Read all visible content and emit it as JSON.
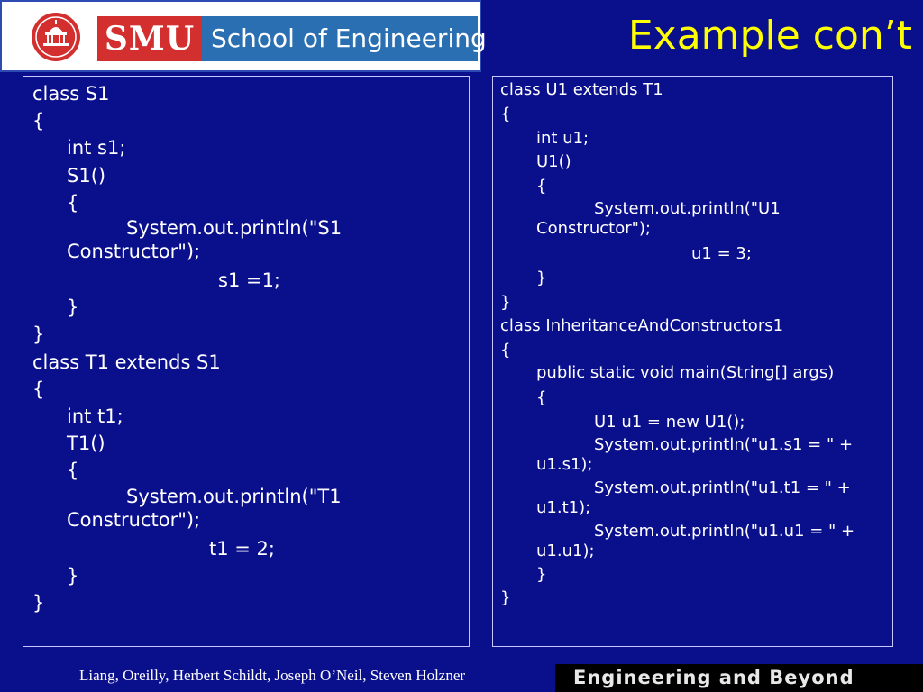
{
  "header": {
    "logo_smu": "SMU",
    "logo_school": "School of Engineering",
    "title": "Example con’t"
  },
  "left_panel": {
    "lines": [
      "class S1",
      "{",
      "int s1;",
      "S1()",
      "{",
      "System.out.println(\"S1 Constructor\");",
      "s1 =1;",
      "}",
      "}",
      "class T1 extends S1",
      "{",
      "int t1;",
      "T1()",
      "{",
      "System.out.println(\"T1 Constructor\");",
      "t1 = 2;",
      "}",
      "}"
    ]
  },
  "right_panel": {
    "lines": [
      "class U1 extends T1",
      "{",
      "int u1;",
      "U1()",
      "{",
      "System.out.println(\"U1 Constructor\");",
      "u1 = 3;",
      "}",
      "}",
      "class InheritanceAndConstructors1",
      "{",
      "public static void main(String[] args)",
      "{",
      "U1 u1 = new U1();",
      "System.out.println(\"u1.s1 = \" + u1.s1);",
      "System.out.println(\"u1.t1 = \" + u1.t1);",
      "System.out.println(\"u1.u1 = \" + u1.u1);",
      "}",
      "}"
    ]
  },
  "footer": {
    "credits": "Liang, Oreilly, Herbert Schildt, Joseph O’Neil, Steven Holzner",
    "tagline": "Engineering and Beyond"
  },
  "colors": {
    "background": "#0a0f8c",
    "title": "#ffff00",
    "smu_red": "#d32f2f",
    "school_blue": "#2a6fb1"
  }
}
